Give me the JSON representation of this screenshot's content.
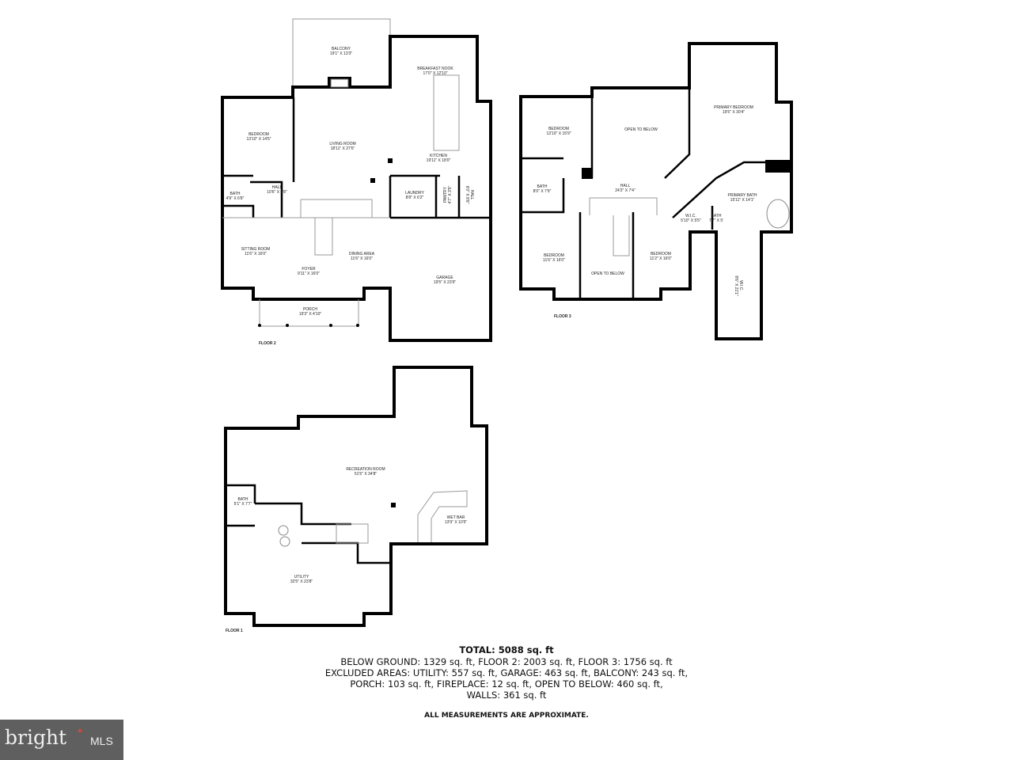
{
  "floor2": {
    "name": "FLOOR 2",
    "rooms": [
      {
        "name": "BALCONY",
        "dims": "19'1\" X 13'3\""
      },
      {
        "name": "BREAKFAST NOOK",
        "dims": "17'0\" X 12'10\""
      },
      {
        "name": "BEDROOM",
        "dims": "13'10\" X 14'5\""
      },
      {
        "name": "LIVING ROOM",
        "dims": "18'11\" X 27'6\""
      },
      {
        "name": "KITCHEN",
        "dims": "19'11\" X 18'0\""
      },
      {
        "name": "BATH",
        "dims": "4'9\" X 6'8\""
      },
      {
        "name": "HALL",
        "dims": "10'6\" X 6'8\""
      },
      {
        "name": "LAUNDRY",
        "dims": "8'8\" X 6'2\""
      },
      {
        "name": "PANTRY",
        "dims": "4'7\" X 3'5\""
      },
      {
        "name": "HALL",
        "dims": "6'0\" X 8'6\""
      },
      {
        "name": "SITTING ROOM",
        "dims": "11'6\" X 16'0\""
      },
      {
        "name": "FOYER",
        "dims": "9'11\" X 16'0\""
      },
      {
        "name": "DINING AREA",
        "dims": "11'6\" X 16'0\""
      },
      {
        "name": "GARAGE",
        "dims": "19'5\" X 23'9\""
      },
      {
        "name": "PORCH",
        "dims": "19'3\" X 4'10\""
      }
    ]
  },
  "floor3": {
    "name": "FLOOR 3",
    "rooms": [
      {
        "name": "BEDROOM",
        "dims": "13'10\" X 15'9\""
      },
      {
        "name": "OPEN TO BELOW",
        "dims": ""
      },
      {
        "name": "PRIMARY BEDROOM",
        "dims": "19'5\" X 30'4\""
      },
      {
        "name": "BATH",
        "dims": "8'0\" X 7'9\""
      },
      {
        "name": "HALL",
        "dims": "24'2\" X 7'4\""
      },
      {
        "name": "PRIMARY BATH",
        "dims": "15'11\" X 14'1\""
      },
      {
        "name": "W.I.C.",
        "dims": "5'10\" X 5'5\""
      },
      {
        "name": "BATH",
        "dims": "7'7\" X 5'"
      },
      {
        "name": "BEDROOM",
        "dims": "11'6\" X 16'0\""
      },
      {
        "name": "OPEN TO BELOW",
        "dims": ""
      },
      {
        "name": "BEDROOM",
        "dims": "11'2\" X 16'0\""
      },
      {
        "name": "W.I.C.",
        "dims": "8'6\" X 21'1\""
      }
    ]
  },
  "floor1": {
    "name": "FLOOR 1",
    "rooms": [
      {
        "name": "RECREATION ROOM",
        "dims": "51'5\" X 34'8\""
      },
      {
        "name": "BATH",
        "dims": "5'1\" X 7'7\""
      },
      {
        "name": "WET BAR",
        "dims": "13'9\" X 10'5\""
      },
      {
        "name": "UTILITY",
        "dims": "32'5\" X 23'8\""
      }
    ]
  },
  "summary": {
    "total": "TOTAL: 5088 sq. ft",
    "line1": "BELOW GROUND: 1329 sq. ft, FLOOR 2: 2003 sq. ft, FLOOR 3: 1756 sq. ft",
    "line2": "EXCLUDED AREAS: UTILITY: 557 sq. ft, GARAGE: 463 sq. ft, BALCONY: 243 sq. ft,",
    "line3": "PORCH: 103 sq. ft, FIREPLACE: 12 sq. ft, OPEN TO BELOW: 460 sq. ft,",
    "line4": "WALLS: 361 sq. ft",
    "note": "ALL MEASUREMENTS ARE APPROXIMATE."
  },
  "logo": {
    "wordmark": "bright",
    "suffix": "MLS",
    "accent": "#d9473b"
  }
}
